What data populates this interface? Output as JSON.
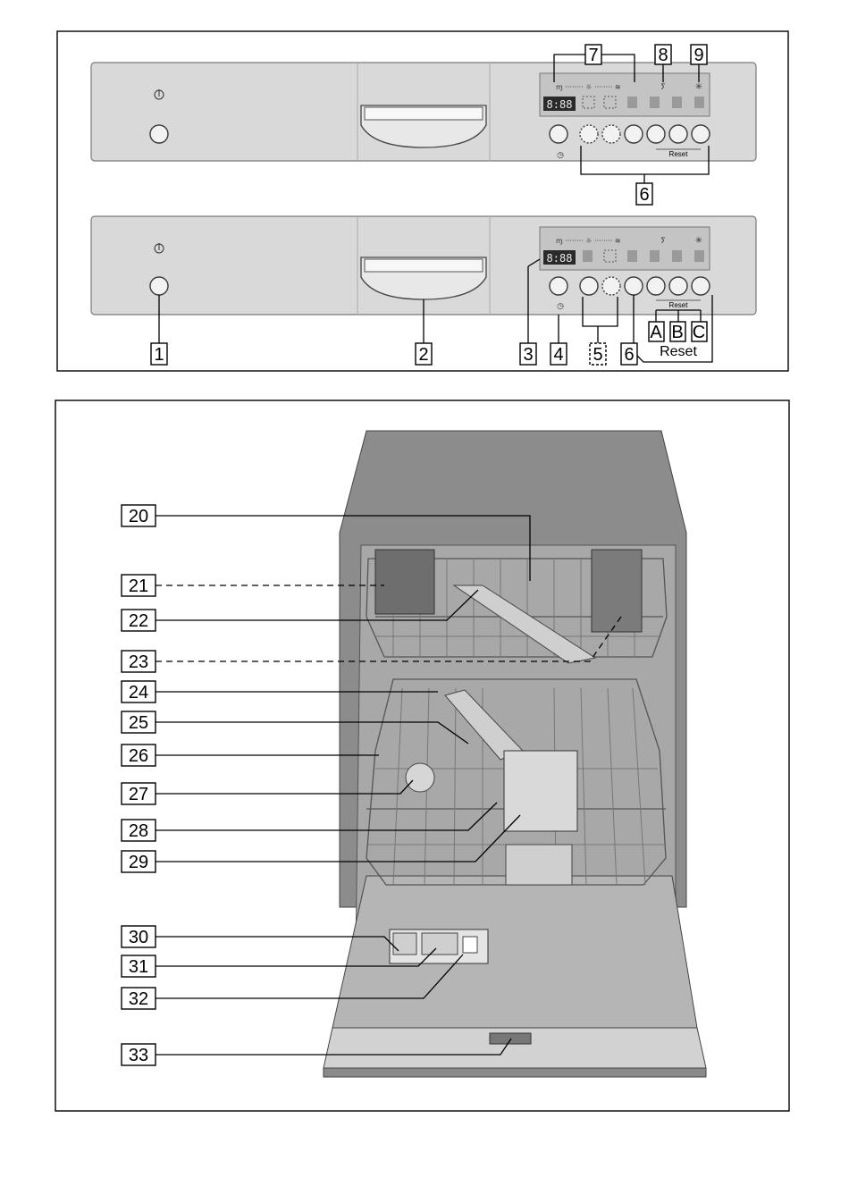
{
  "panel_top": {
    "callouts": {
      "c7": "7",
      "c8": "8",
      "c9": "9",
      "c6": "6"
    },
    "display_text": "8:88",
    "reset_label": "Reset"
  },
  "panel_bottom": {
    "callouts": {
      "c1": "1",
      "c2": "2",
      "c3": "3",
      "c4": "4",
      "c5": "5",
      "c6": "6",
      "cA": "A",
      "cB": "B",
      "cC": "C"
    },
    "display_text": "8:88",
    "reset_small": "Reset",
    "reset_label": "Reset"
  },
  "interior": {
    "callouts": [
      "20",
      "21",
      "22",
      "23",
      "24",
      "25",
      "26",
      "27",
      "28",
      "29",
      "30",
      "31",
      "32",
      "33"
    ]
  },
  "icons": [
    "power-icon",
    "clock-icon",
    "salt-refill-icon",
    "rinse-aid-icon"
  ],
  "colors": {
    "panel": "#d9d9d9",
    "frame": "#000000",
    "interior": "#9a9a9a"
  }
}
